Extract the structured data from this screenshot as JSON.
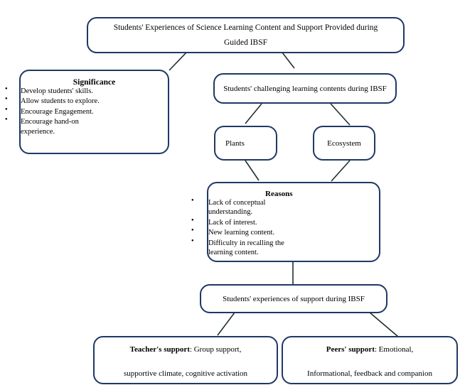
{
  "diagram": {
    "title": "Students' Experiences of Science Learning Content and Support Provided during Guided IBSF",
    "accent_color": "#1f3864",
    "connector_color": "#1f3030",
    "background": "#ffffff",
    "root": {
      "line1": "Students' Experiences of Science Learning Content and Support Provided during",
      "line2": "Guided IBSF"
    },
    "significance": {
      "heading": "Significance",
      "items": [
        "Develop students' skills.",
        "Allow students to explore.",
        "Encourage Engagement.",
        "Encourage hand-on experience."
      ]
    },
    "challenging_contents": {
      "label": "Students' challenging learning contents during IBSF"
    },
    "contents": [
      {
        "label": "Plants"
      },
      {
        "label": "Ecosystem"
      }
    ],
    "reasons": {
      "heading": "Reasons",
      "items": [
        "Lack of conceptual understanding.",
        "Lack of interest.",
        "New learning content.",
        "Difficulty in recalling the learning content."
      ]
    },
    "support_experiences": {
      "label": "Students' experiences of support during IBSF"
    },
    "supports": [
      {
        "lead": "Teacher's support",
        "line1_rest": ": Group support,",
        "line2": "supportive climate, cognitive activation"
      },
      {
        "lead": "Peers' support",
        "line1_rest": ": Emotional,",
        "line2": "Informational, feedback and companion"
      }
    ]
  }
}
